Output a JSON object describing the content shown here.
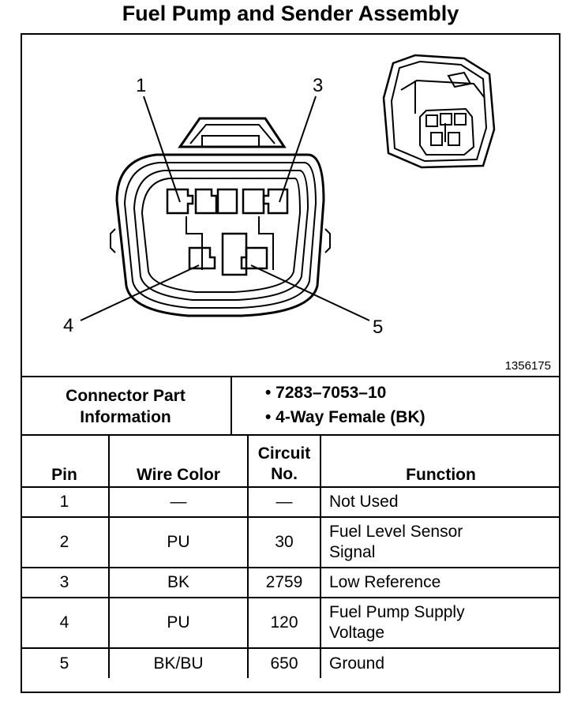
{
  "title": "Fuel Pump and Sender Assembly",
  "figure_id": "1356175",
  "callouts": [
    "1",
    "3",
    "4",
    "5"
  ],
  "connector": {
    "label": "Connector Part Information",
    "items": [
      "•  7283–7053–10",
      "•  4-Way Female (BK)"
    ]
  },
  "table": {
    "headers": [
      "Pin",
      "Wire Color",
      "Circuit No.",
      "Function"
    ],
    "rows": [
      {
        "pin": "1",
        "color": "—",
        "circuit": "—",
        "function": "Not Used"
      },
      {
        "pin": "2",
        "color": "PU",
        "circuit": "30",
        "function": "Fuel Level Sensor Signal"
      },
      {
        "pin": "3",
        "color": "BK",
        "circuit": "2759",
        "function": "Low Reference"
      },
      {
        "pin": "4",
        "color": "PU",
        "circuit": "120",
        "function": "Fuel Pump Supply Voltage"
      },
      {
        "pin": "5",
        "color": "BK/BU",
        "circuit": "650",
        "function": "Ground"
      }
    ]
  }
}
